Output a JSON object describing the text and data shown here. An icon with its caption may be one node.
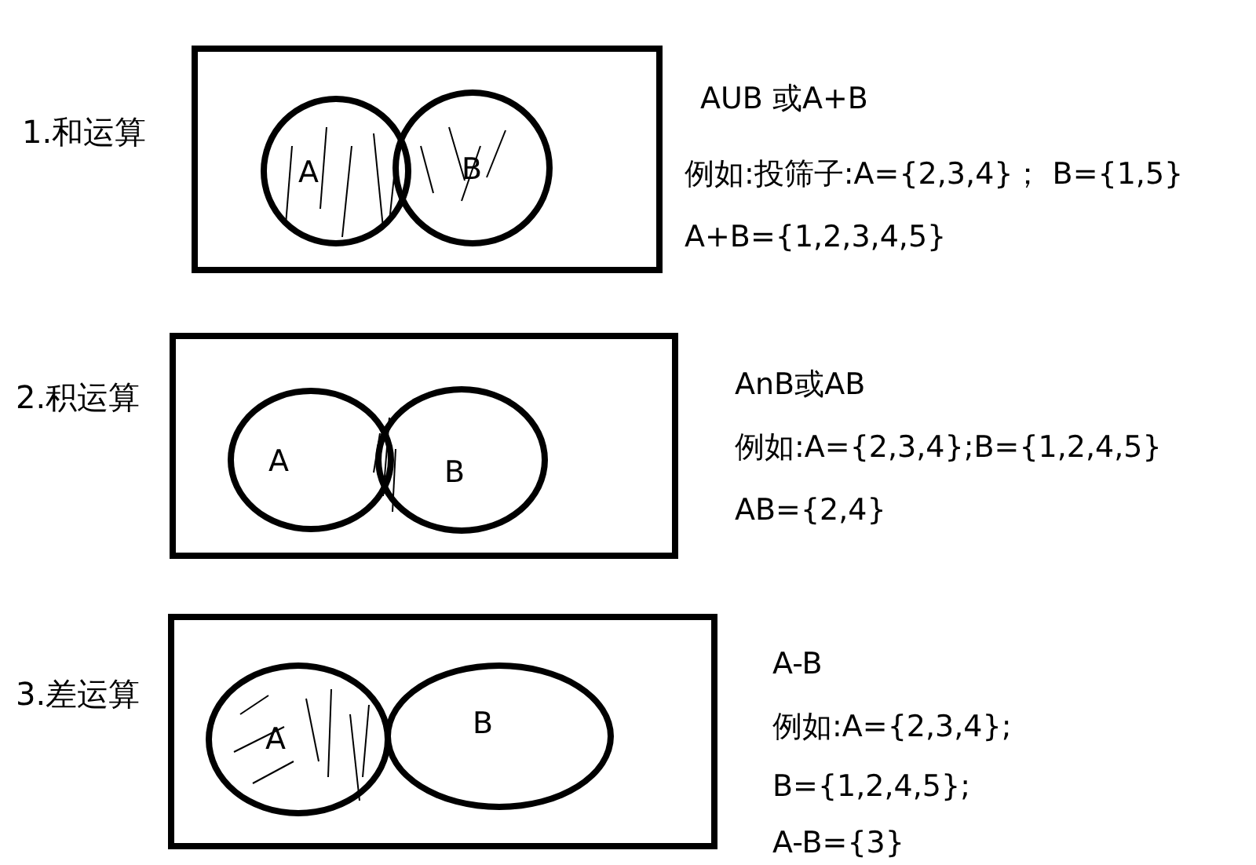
{
  "diagram": {
    "nodes": [
      {
        "text": [
          "1.和运算"
        ]
      },
      {
        "text": [
          "A"
        ],
        "in": 0
      },
      {
        "text": [
          "B"
        ],
        "in": 0
      },
      {
        "text": [
          "2.积运算"
        ]
      },
      {
        "text": [
          "A"
        ],
        "in": 3
      },
      {
        "text": [
          "B"
        ],
        "in": 3
      },
      {
        "text": [
          "3.差运算"
        ]
      },
      {
        "text": [
          "A"
        ],
        "in": 6
      },
      {
        "text": [
          "B"
        ],
        "in": 6
      }
    ],
    "edges": [],
    "labels": [
      "AUB 或A+B",
      "例如:投筛子:A={2,3,4}； B={1,5}",
      "A+B={1,2,3,4,5}",
      "AnB或AB",
      "例如:A={2,3,4};B={1,2,4,5}",
      "AB={2,4}",
      "A-B",
      "例如:A={2,3,4};",
      "B={1,2,4,5};",
      "A-B={3}"
    ]
  }
}
